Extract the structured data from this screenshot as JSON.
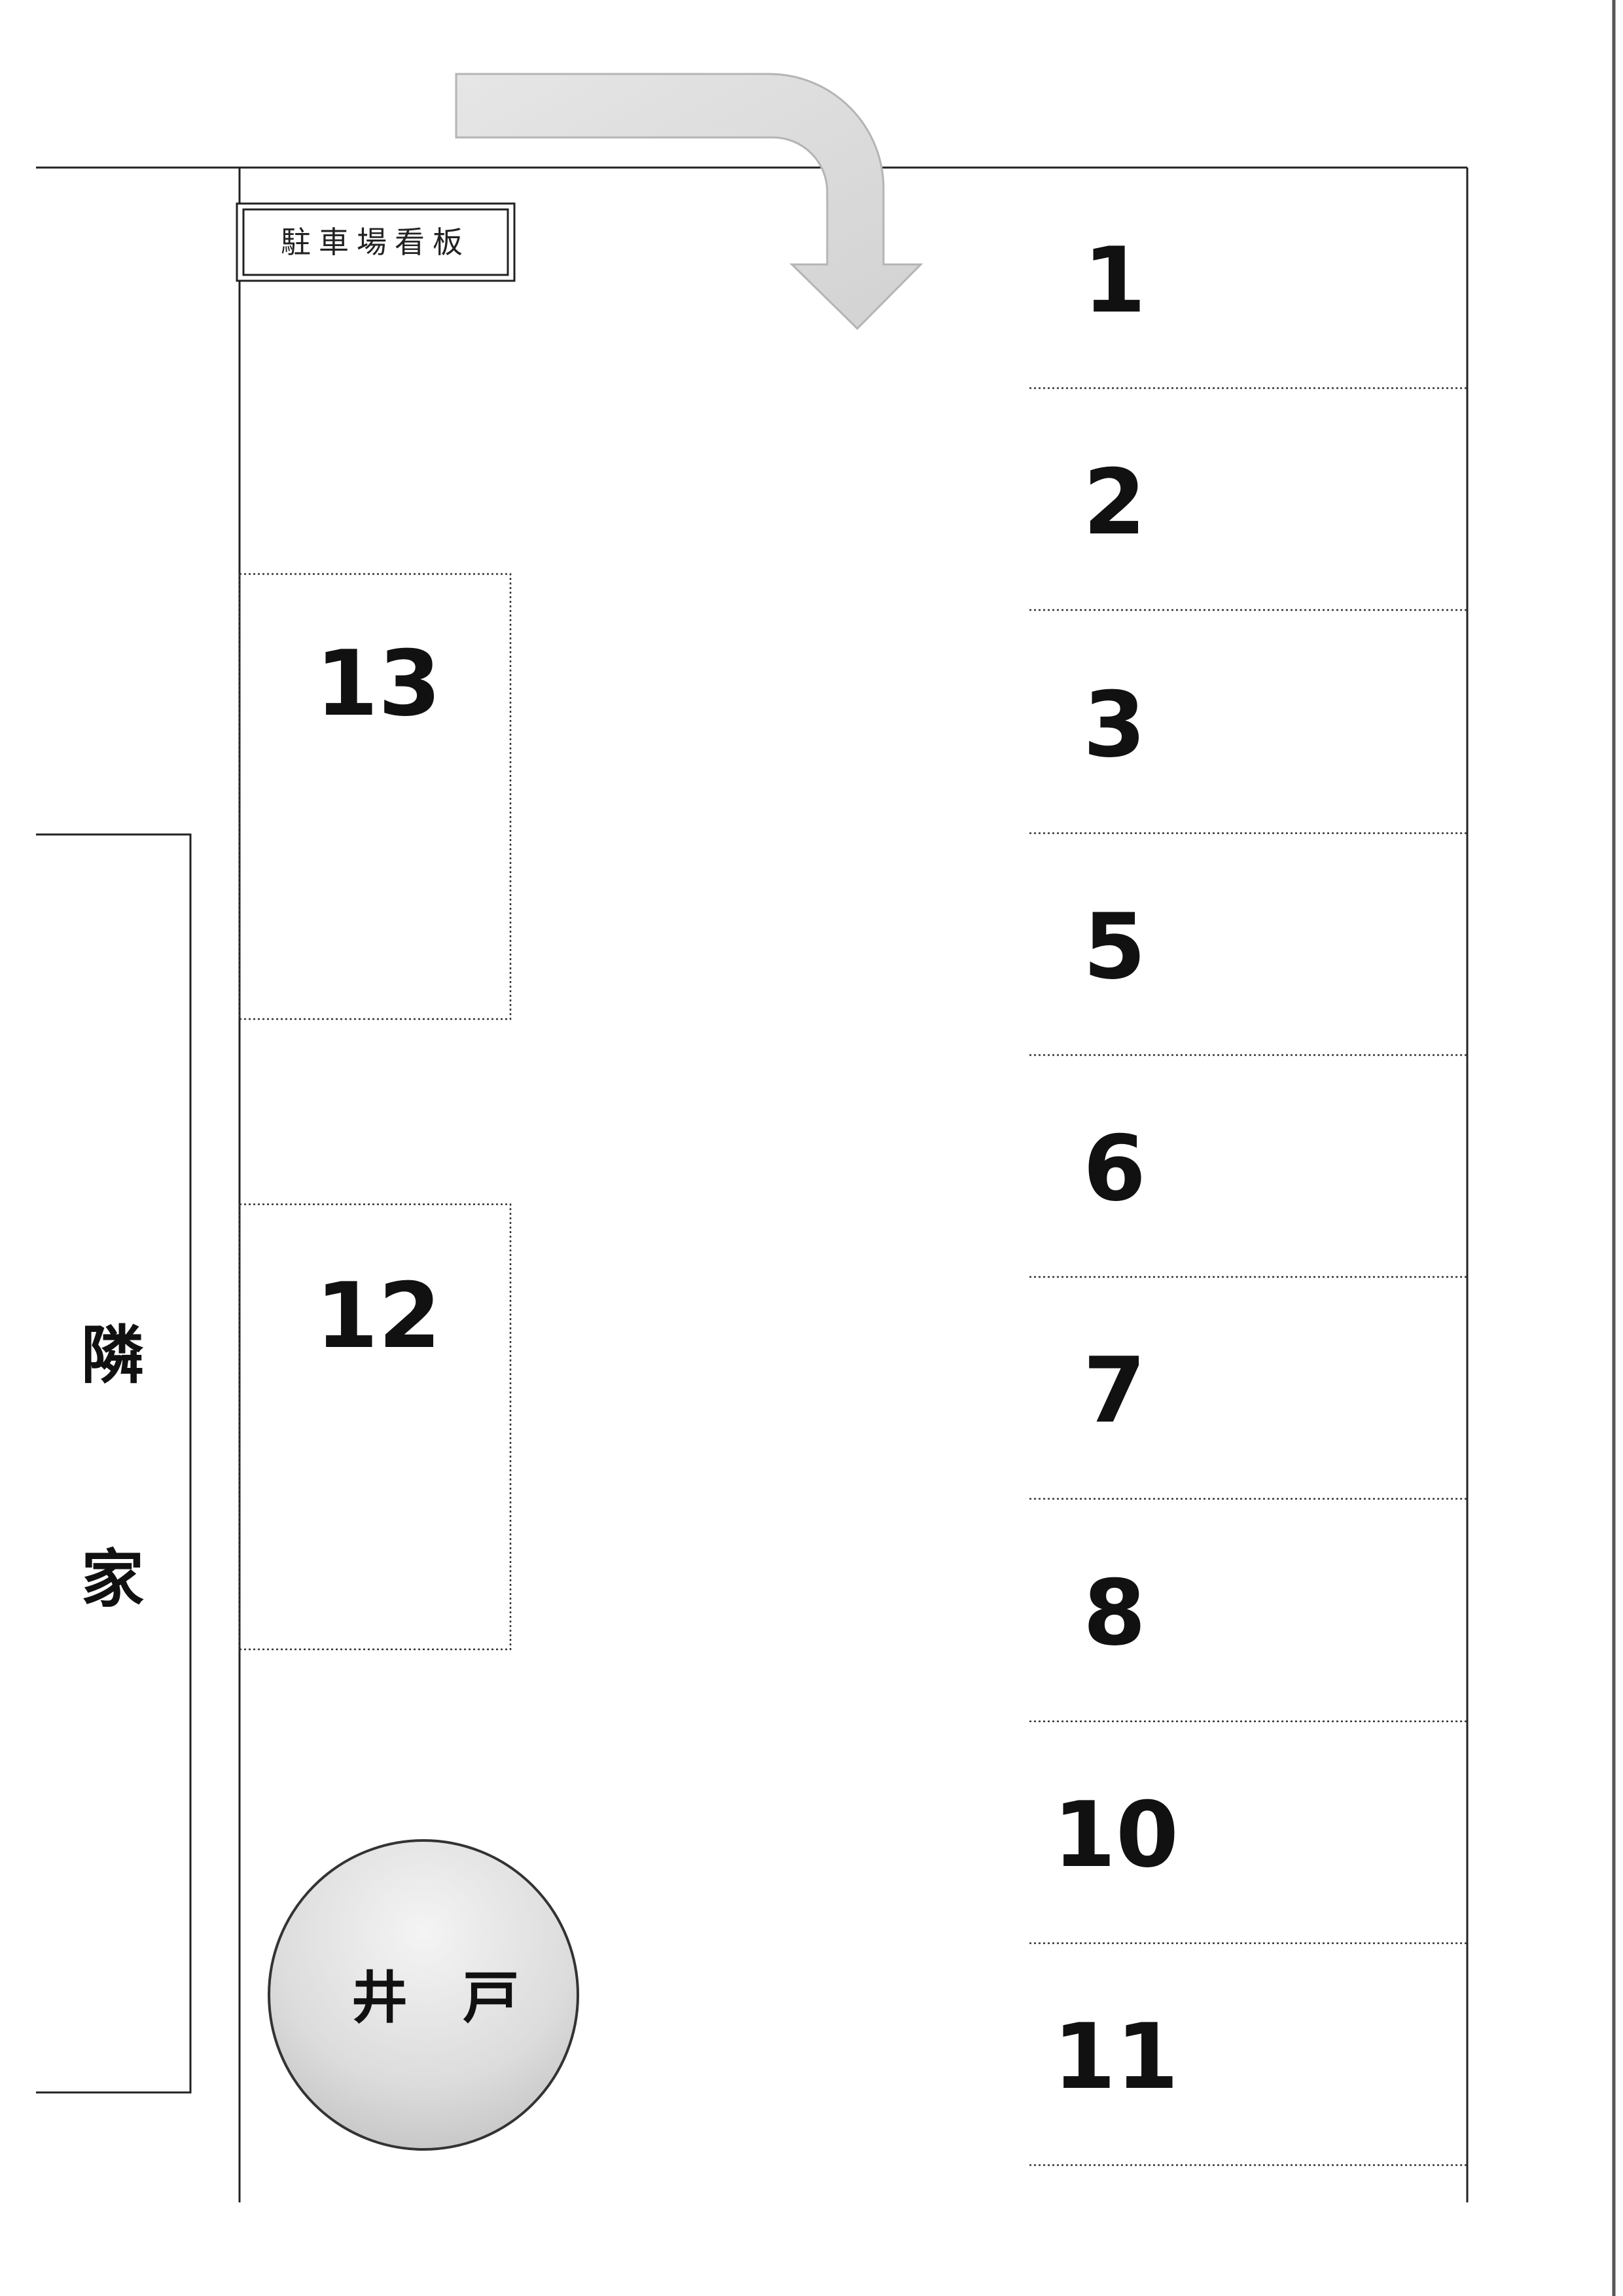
{
  "sign_label": "駐車場看板",
  "neighbor_label": [
    "隣",
    "家"
  ],
  "well_label": [
    "井",
    "戸"
  ],
  "right_spaces": [
    "1",
    "2",
    "3",
    "5",
    "6",
    "7",
    "8",
    "10",
    "11"
  ],
  "left_spaces": [
    "13",
    "12"
  ]
}
